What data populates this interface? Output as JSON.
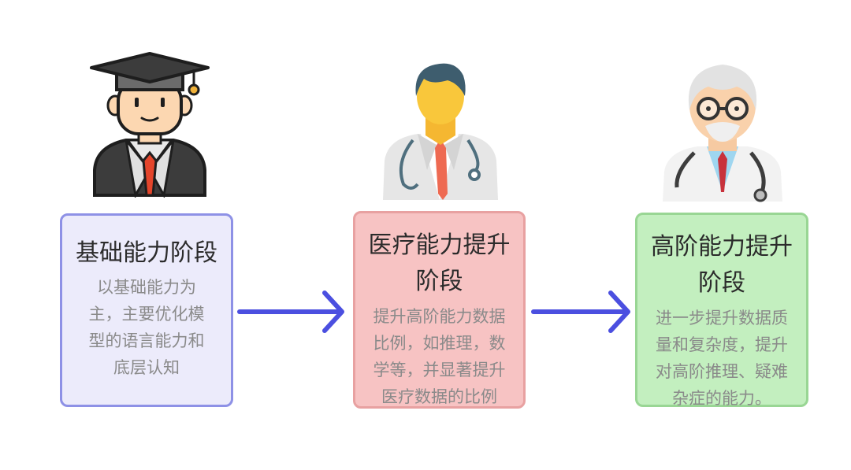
{
  "stages": [
    {
      "title": "基础能力阶段",
      "desc_lines": [
        "以基础能力为",
        "主，主要优化模",
        "型的语言能力和",
        "底层认知"
      ],
      "icon": "graduate-student-icon"
    },
    {
      "title_lines": [
        "医疗能力提升",
        "阶段"
      ],
      "desc_lines": [
        "提升高阶能力数据",
        "比例，如推理，数",
        "学等，并显著提升",
        "医疗数据的比例"
      ],
      "icon": "young-doctor-icon"
    },
    {
      "title_lines": [
        "高阶能力提升",
        "阶段"
      ],
      "desc_lines": [
        "进一步提升数据质",
        "量和复杂度，提升",
        "对高阶推理、疑难",
        "杂症的能力。"
      ],
      "icon": "senior-doctor-icon"
    }
  ],
  "colors": {
    "arrow": "#4b4fe0",
    "stage1_bg": "#ecebfb",
    "stage1_border": "#8e91e6",
    "stage2_bg": "#f7c3c3",
    "stage2_border": "#e8a1a1",
    "stage3_bg": "#c3efbf",
    "stage3_border": "#99d694"
  }
}
